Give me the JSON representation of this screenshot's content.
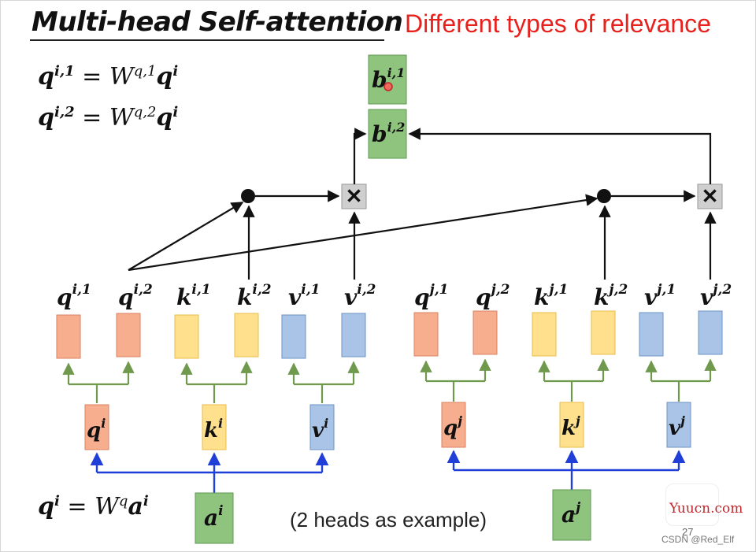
{
  "title": "Multi-head Self-attention",
  "subtitle": "Different types of relevance",
  "equations": {
    "eq1": {
      "lhs_base": "q",
      "lhs_sup": "i,1",
      "eqsign": "=",
      "w": "W",
      "w_sup": "q,1",
      "rhs_base": "q",
      "rhs_sup": "i"
    },
    "eq2": {
      "lhs_base": "q",
      "lhs_sup": "i,2",
      "eqsign": "=",
      "w": "W",
      "w_sup": "q,2",
      "rhs_base": "q",
      "rhs_sup": "i"
    },
    "eq3": {
      "lhs_base": "q",
      "lhs_sup": "i",
      "eqsign": "=",
      "w": "W",
      "w_sup": "q",
      "rhs_base": "a",
      "rhs_sup": "i"
    }
  },
  "output_boxes": {
    "b1": {
      "base": "b",
      "sup": "i,1"
    },
    "b2": {
      "base": "b",
      "sup": "i,2"
    }
  },
  "multiply_symbol": "✕",
  "head_labels": {
    "qi1": {
      "base": "q",
      "sup": "i,1"
    },
    "qi2": {
      "base": "q",
      "sup": "i,2"
    },
    "ki1": {
      "base": "k",
      "sup": "i,1"
    },
    "ki2": {
      "base": "k",
      "sup": "i,2"
    },
    "vi1": {
      "base": "v",
      "sup": "i,1"
    },
    "vi2": {
      "base": "v",
      "sup": "i,2"
    },
    "qj1": {
      "base": "q",
      "sup": "j,1"
    },
    "qj2": {
      "base": "q",
      "sup": "j,2"
    },
    "kj1": {
      "base": "k",
      "sup": "j,1"
    },
    "kj2": {
      "base": "k",
      "sup": "j,2"
    },
    "vj1": {
      "base": "v",
      "sup": "j,1"
    },
    "vj2": {
      "base": "v",
      "sup": "j,2"
    }
  },
  "mid_labels": {
    "qi": {
      "base": "q",
      "sup": "i"
    },
    "ki": {
      "base": "k",
      "sup": "i"
    },
    "vi": {
      "base": "v",
      "sup": "i"
    },
    "qj": {
      "base": "q",
      "sup": "j"
    },
    "kj": {
      "base": "k",
      "sup": "j"
    },
    "vj": {
      "base": "v",
      "sup": "j"
    }
  },
  "input_labels": {
    "ai": {
      "base": "a",
      "sup": "i"
    },
    "aj": {
      "base": "a",
      "sup": "j"
    }
  },
  "note": "(2 heads as example)",
  "watermark": "Yuucn.com",
  "page_number": "27",
  "credit": "CSDN @Red_Elf",
  "colors": {
    "q_fill": "#f7ae8e",
    "q_stroke": "#d9835f",
    "k_fill": "#ffe08c",
    "k_stroke": "#e8bd4a",
    "v_fill": "#a9c4e6",
    "v_stroke": "#6c93c4",
    "a_fill": "#8fc47f",
    "a_stroke": "#5e9a50",
    "blue_arrow": "#1f3fd8",
    "green_arrow": "#6f9a4d",
    "title_red": "#e8211d"
  }
}
